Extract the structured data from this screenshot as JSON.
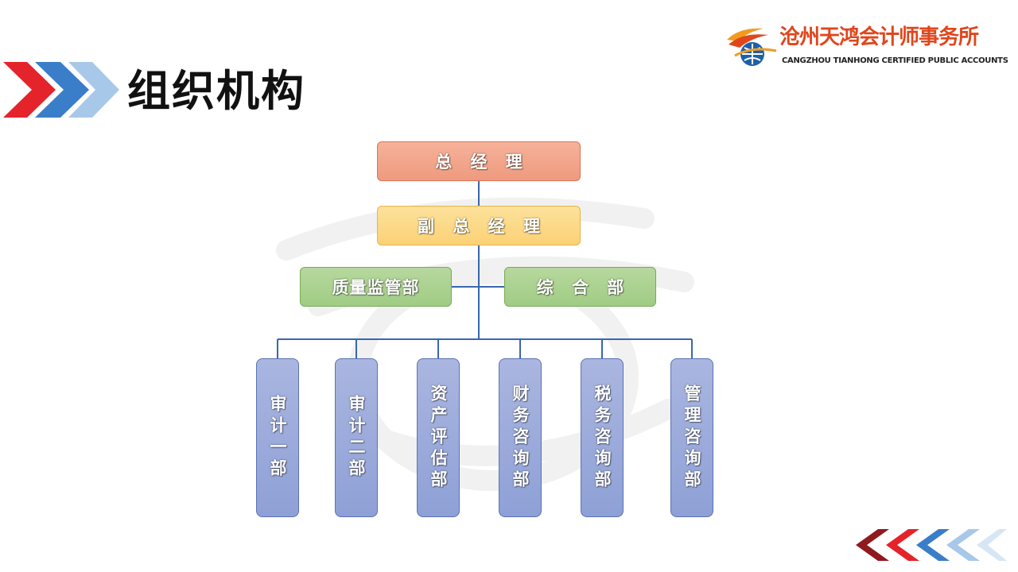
{
  "header": {
    "title": "组织机构"
  },
  "logo": {
    "name_cn": "沧州天鸿会计师事务所",
    "name_en": "CANGZHOU TIANHONG CERTIFIED PUBLIC ACCOUNTS",
    "accent_color": "#e0461c"
  },
  "org_chart": {
    "general_manager": "总 经 理",
    "deputy_general_manager": "副 总 经 理",
    "quality_dept": "质量监管部",
    "admin_dept": "综 合 部",
    "departments": [
      "审计一部",
      "审计二部",
      "资产评估部",
      "财务咨询部",
      "税务咨询部",
      "管理咨询部"
    ]
  },
  "colors": {
    "gm_fill": "#f2a68b",
    "dgm_fill": "#fcd987",
    "mid_fill": "#abd290",
    "dept_fill": "#9cabdb",
    "connector": "#3a66b0"
  }
}
